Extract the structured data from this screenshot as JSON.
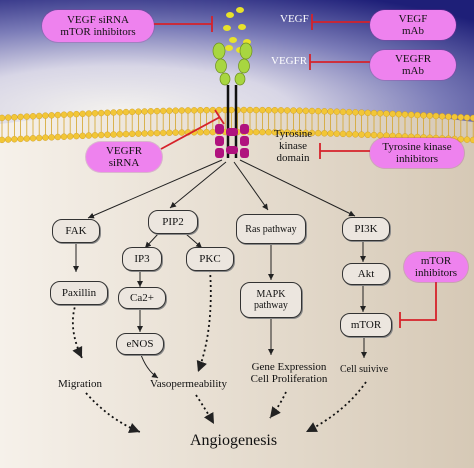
{
  "inhibitors": {
    "vegf_sirna_mtor": [
      "VEGF siRNA",
      "mTOR inhibitors"
    ],
    "vegf_mab": [
      "VEGF",
      "mAb"
    ],
    "vegfr_mab": [
      "VEGFR",
      "mAb"
    ],
    "vegfr_sirna": [
      "VEGFR",
      "siRNA"
    ],
    "tki": [
      "Tyrosine kinase",
      "inhibitors"
    ],
    "mtor_inhibitors": [
      "mTOR",
      "inhibitors"
    ]
  },
  "labels": {
    "vegf": "VEGF",
    "vegfr": "VEGFR",
    "tk_domain": [
      "Tyrosine",
      "kinase",
      "domain"
    ]
  },
  "nodes": {
    "fak": "FAK",
    "paxillin": "Paxillin",
    "pip2": "PIP2",
    "ip3": "IP3",
    "pkc": "PKC",
    "ca": "Ca2+",
    "enos": "eNOS",
    "ras": "Ras pathway",
    "mapk": [
      "MAPK",
      "pathway"
    ],
    "pi3k": "PI3K",
    "akt": "Akt",
    "mtor": "mTOR"
  },
  "outcomes": {
    "migration": "Migration",
    "vasopermeability": "Vasopermeability",
    "gene": [
      "Gene Expression",
      "Cell Proliferation"
    ],
    "survive": "Cell suivive",
    "angiogenesis": "Angiogenesis"
  },
  "colors": {
    "inhibitor_pill": "#ee82ee",
    "inhibition_bar": "#d6222a",
    "ligand_yellow": "#e8e22a",
    "receptor_green": "#a8d640",
    "kinase_magenta": "#b0127e",
    "membrane_yellow": "#f2c637",
    "background_top": "#22237a",
    "background_bottom": "#d9cdbd"
  }
}
